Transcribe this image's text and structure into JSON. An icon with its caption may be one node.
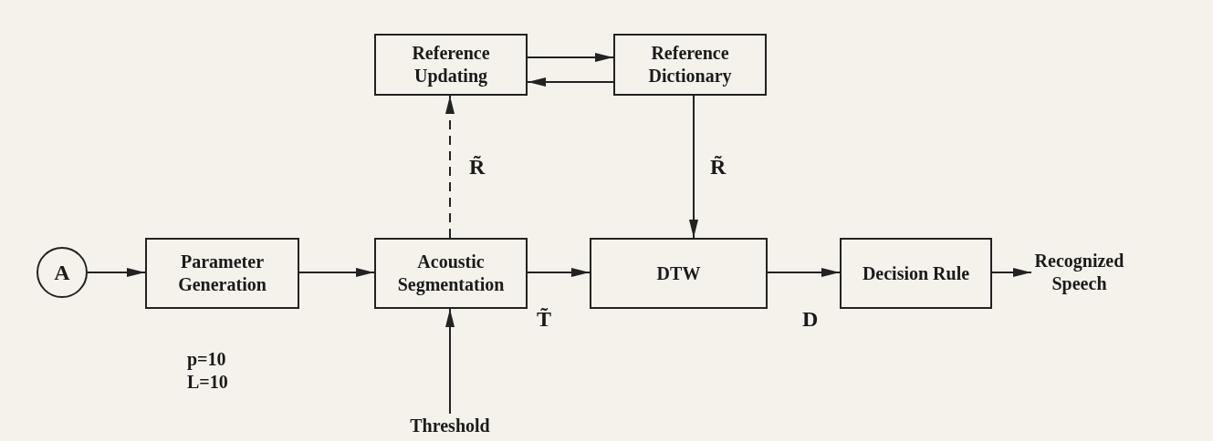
{
  "diagram": {
    "nodes": [
      {
        "text": [
          "Reference Updating"
        ]
      },
      {
        "text": [
          "Reference Dictionary"
        ]
      },
      {
        "text": [
          "A"
        ]
      },
      {
        "text": [
          "Parameter Generation"
        ],
        "beside": [
          "p=10",
          "L=10"
        ]
      },
      {
        "text": [
          "Acoustic Segmentation"
        ]
      },
      {
        "text": [
          "DTW"
        ]
      },
      {
        "text": [
          "Decision Rule"
        ]
      },
      {
        "text": [
          "Recognized Speech"
        ]
      },
      {
        "text": [
          "Threshold"
        ]
      }
    ],
    "edges": [
      {
        "from": 0,
        "to": 1,
        "arrow": "to"
      },
      {
        "from": 1,
        "to": 0,
        "arrow": "to"
      },
      {
        "from": 4,
        "to": 0,
        "arrow": "to",
        "style": "dashed",
        "label": "R̃"
      },
      {
        "from": 1,
        "to": 5,
        "arrow": "to",
        "label": "R̃"
      },
      {
        "from": 2,
        "to": 3,
        "arrow": "to"
      },
      {
        "from": 3,
        "to": 4,
        "arrow": "to"
      },
      {
        "from": 4,
        "to": 5,
        "arrow": "to",
        "label": "T̃"
      },
      {
        "from": 5,
        "to": 6,
        "arrow": "to",
        "label": "D"
      },
      {
        "from": 6,
        "to": 7,
        "arrow": "to"
      },
      {
        "from": 8,
        "to": 4,
        "arrow": "to"
      }
    ]
  }
}
